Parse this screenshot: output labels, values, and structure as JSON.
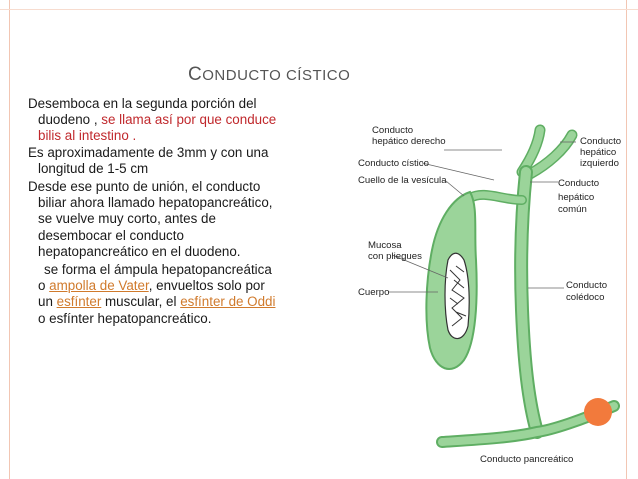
{
  "title": {
    "first": "C",
    "rest": "ONDUCTO CÍSTICO"
  },
  "paragraphs": {
    "p1_a": "Desemboca en la segunda porción del duodeno , ",
    "p1_red": "se llama así por que conduce bilis al intestino .",
    "p2": "Es aproximadamente de 3mm y con una longitud de 1-5 cm",
    "p3": " Desde ese punto de unión, el conducto biliar ahora llamado hepatopancreático, se vuelve muy corto, antes de desembocar el conducto hepatopancreático en el duodeno.",
    "p4_a": "se forma el ámpula hepatopancreática o ",
    "p4_link1": "ampolla de Vater",
    "p4_b": ", envueltos solo por un ",
    "p4_link2": "esfínter",
    "p4_c": " muscular, el ",
    "p4_link3": "esfínter de Oddi",
    "p4_d": " o esfínter hepatopancreático."
  },
  "diagram_labels": {
    "hepatico_derecho": [
      "Conducto",
      "hepático derecho"
    ],
    "cistico": "Conducto cístico",
    "cuello": "Cuello de la vesícula",
    "mucosa": [
      "Mucosa",
      "con pliegues"
    ],
    "cuerpo": "Cuerpo",
    "hepatico_izquierdo": [
      "Conducto",
      "hepático",
      "izquierdo"
    ],
    "hepatico_comun": [
      "Conducto",
      "hepático",
      "común"
    ],
    "coledoco": [
      "Conducto",
      "colédoco"
    ],
    "pancreatico": "Conducto pancreático"
  },
  "colors": {
    "organ": "#9bd49a",
    "organ_dark": "#5fae63",
    "accent": "#f27a3c",
    "red_text": "#c0282c",
    "link": "#d07a2c"
  }
}
